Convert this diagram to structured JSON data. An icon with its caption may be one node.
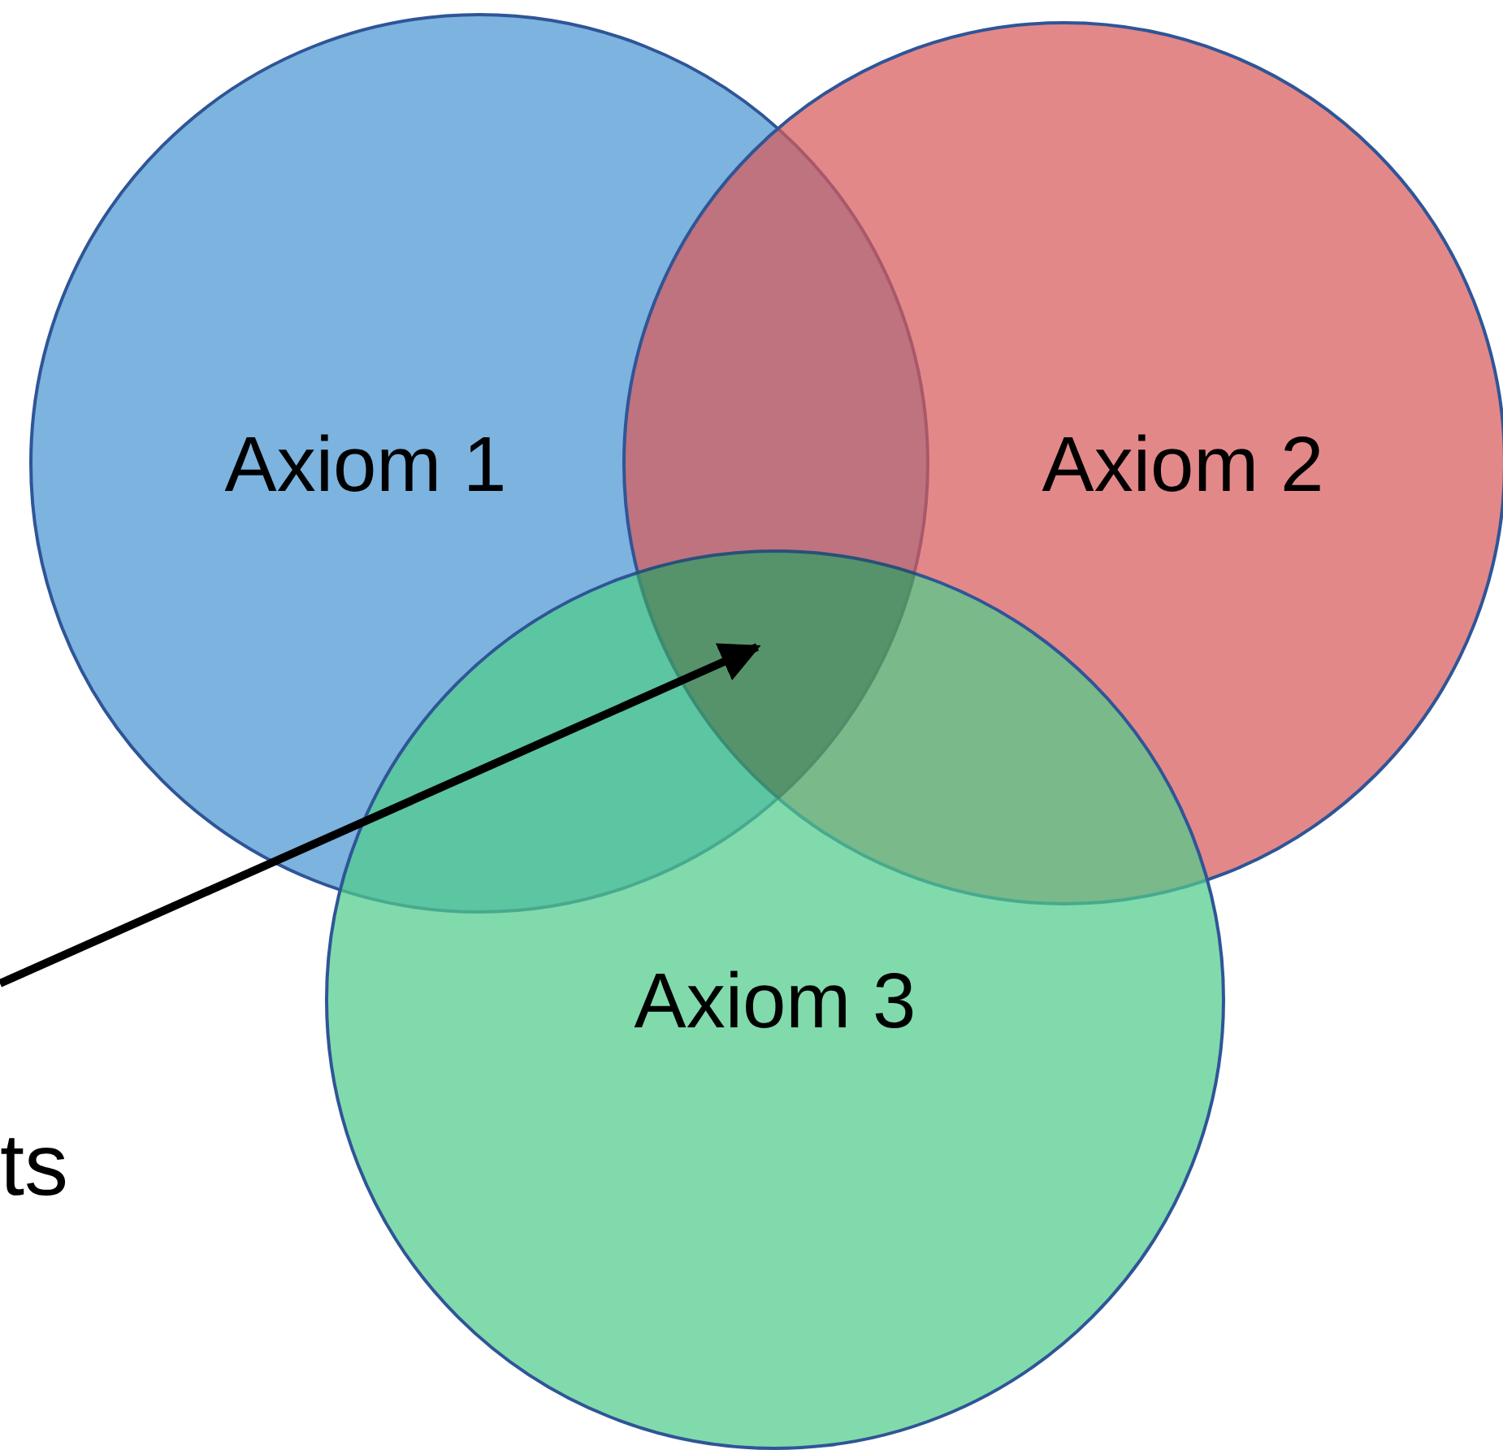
{
  "diagram": {
    "nodes": [
      {
        "text": [
          "Axiom 1"
        ]
      },
      {
        "text": [
          "Axiom 2"
        ]
      },
      {
        "text": [
          "Axiom 3"
        ]
      },
      {
        "text": [],
        "shape": "region"
      }
    ],
    "edges": [
      {
        "from": null,
        "to": 3,
        "arrow": "to"
      }
    ],
    "labels": [
      "ts"
    ]
  }
}
